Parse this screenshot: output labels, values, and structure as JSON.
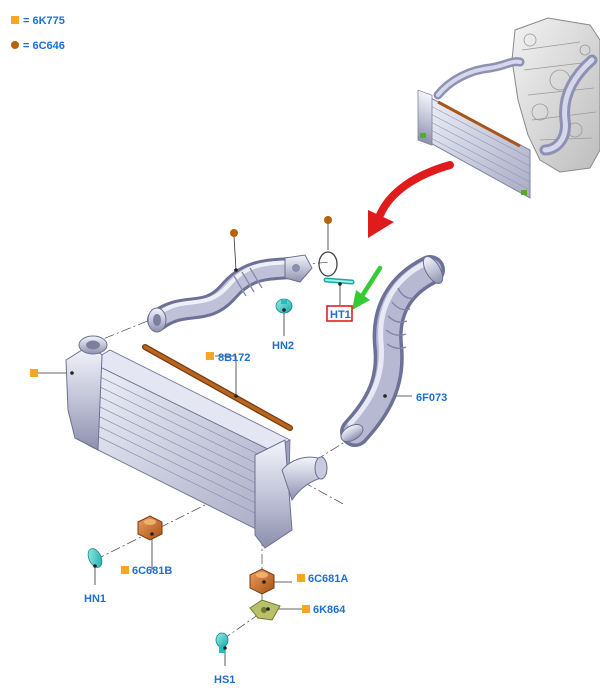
{
  "legend": [
    {
      "symbol": "square",
      "color": "#f5a623",
      "text": "= 6K775"
    },
    {
      "symbol": "circle",
      "color": "#b8610d",
      "text": "= 6C646"
    }
  ],
  "callouts": {
    "b8172": "8B172",
    "f6073": "6F073",
    "hn2": "HN2",
    "ht1": "HT1",
    "hn1": "HN1",
    "c6681b": "6C681B",
    "c6681a": "6C681A",
    "k6864": "6K864",
    "hs1": "HS1"
  },
  "colors": {
    "label_text": "#1e6fd0",
    "square_marker": "#f5a623",
    "circle_marker": "#b8610d",
    "highlight_box": "#e02020",
    "pointer_red": "#e01b1b",
    "pointer_green": "#33cc33"
  }
}
